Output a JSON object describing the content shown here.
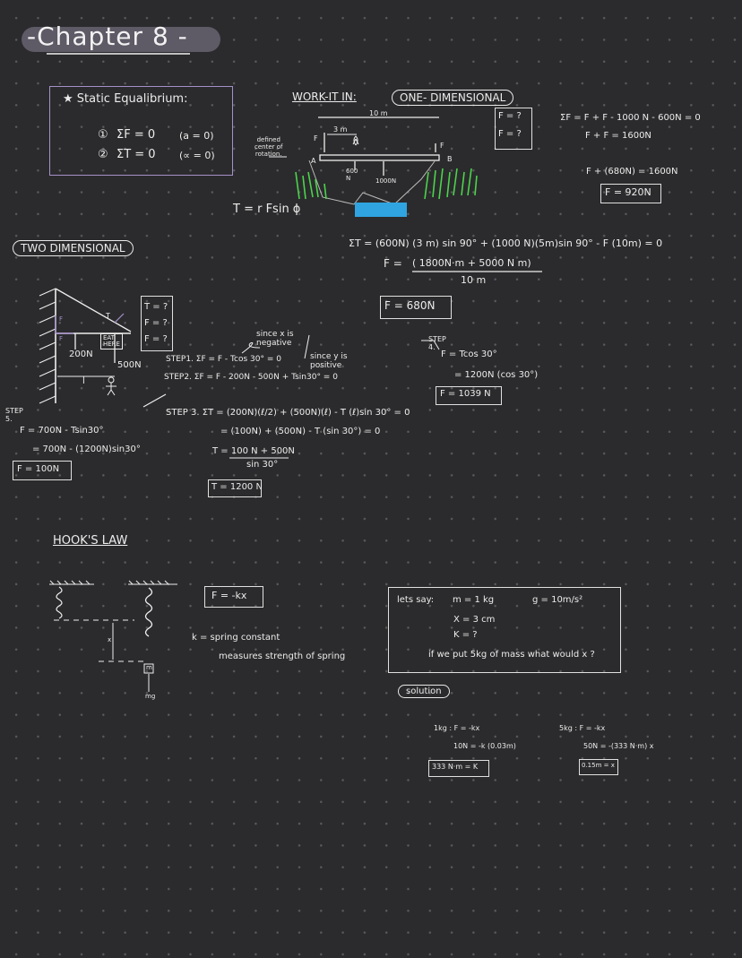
{
  "title": "-Chapter 8 -",
  "static": {
    "heading": "★ Static Equalibrium:",
    "c1n": "①",
    "c1": "ΣF = 0",
    "c1b": "(a = 0)",
    "c2n": "②",
    "c2": "ΣT = 0",
    "c2b": "(∝ = 0)"
  },
  "work": {
    "heading": "WORK-IT IN:",
    "one_dim": "ONE- DIMENSIONAL",
    "len10": "10 m",
    "len3": "3 m",
    "defined": "defined\ncenter of\nrotation.",
    "a": "A",
    "b": "B",
    "fa": "F",
    "fb": "F",
    "w600": "600\nN",
    "w1000": "1000N",
    "torque": "T = r Fsin ϕ",
    "unk1": "F = ?",
    "unk2": "F = ?",
    "eq1": "ΣF = F + F - 1000 N - 600N = 0",
    "eq2": "F + F = 1600N",
    "eq3": "F + (680N) = 1600N",
    "ans_fa": "F = 920N",
    "eq_ta": "ΣT = (600N) (3 m) sin 90° + (1000 N)(5m)sin 90° - F (10m) = 0",
    "eq_fb": "F =",
    "eq_fb_num": "( 1800N·m + 5000 N m)",
    "eq_fb_den": "10 m",
    "ans_fb": "F = 680N"
  },
  "two": {
    "heading": "TWO DIMENSIONAL",
    "unk": "T = ?\nF = ?\nF = ?",
    "eat": "EAT\nHERE",
    "w200": "200N",
    "w500": "500N",
    "l": "l",
    "fv": "F",
    "fh": "F",
    "t": "T",
    "note_x": "since x is\nnegative",
    "note_y": "since y is\npositive",
    "step1": "STEP1. ΣF = F - Tcos 30° = 0",
    "step2": "STEP2. ΣF = F - 200N - 500N + Tsin30° = 0",
    "step4_lbl": "STEP\n4.",
    "step4_a": "F = Tcos 30°",
    "step4_b": "= 1200N (cos 30°)",
    "step4_ans": "F = 1039 N",
    "step3": "STEP 3. ΣT = (200N)(ℓ/2) + (500N)(ℓ) - T (ℓ)sin 30° = 0",
    "step3_b": "= (100N) + (500N) - T (sin 30°) = 0",
    "step3_c": "T = 100 N + 500N",
    "step3_d": "sin 30°",
    "step3_ans": "T = 1200 N",
    "step5_lbl": "STEP\n5.",
    "step5_a": "F = 700N - Tsin30°",
    "step5_b": "= 700N - (1200N)sin30°",
    "step5_ans": "F = 100N"
  },
  "hook": {
    "heading": "HOOK'S LAW",
    "x": "x",
    "m": "m",
    "mg": "mg",
    "formula": "F = -kx",
    "k_def": "k = spring constant",
    "k_meas": "measures strength of spring",
    "lets": "lets say:",
    "m1": "m = 1 kg",
    "g": "g = 10m/s²",
    "x3": "X = 3 cm",
    "k": "K = ?",
    "q": "if we put 5kg of mass what would x ?",
    "solution": "solution",
    "s1a": "1kg : F = -kx",
    "s1b": "10N = -k (0.03m)",
    "s1ans": "333 N·m = K",
    "s5a": "5kg : F = -kx",
    "s5b": "50N = -(333 N·m) x",
    "s5ans": "0.15m = x"
  }
}
